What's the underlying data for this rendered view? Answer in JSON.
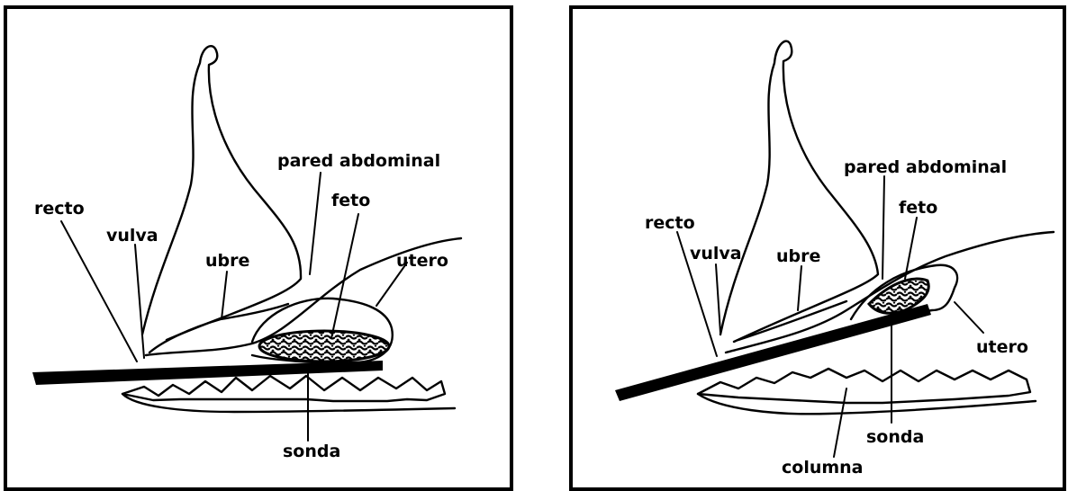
{
  "panels": [
    {
      "labels": {
        "recto": "recto",
        "vulva": "vulva",
        "ubre": "ubre",
        "pared": "pared abdominal",
        "feto": "feto",
        "utero": "utero",
        "sonda": "sonda"
      }
    },
    {
      "labels": {
        "recto": "recto",
        "vulva": "vulva",
        "ubre": "ubre",
        "pared": "pared abdominal",
        "feto": "feto",
        "utero": "utero",
        "sonda": "sonda",
        "columna": "columna"
      }
    }
  ]
}
